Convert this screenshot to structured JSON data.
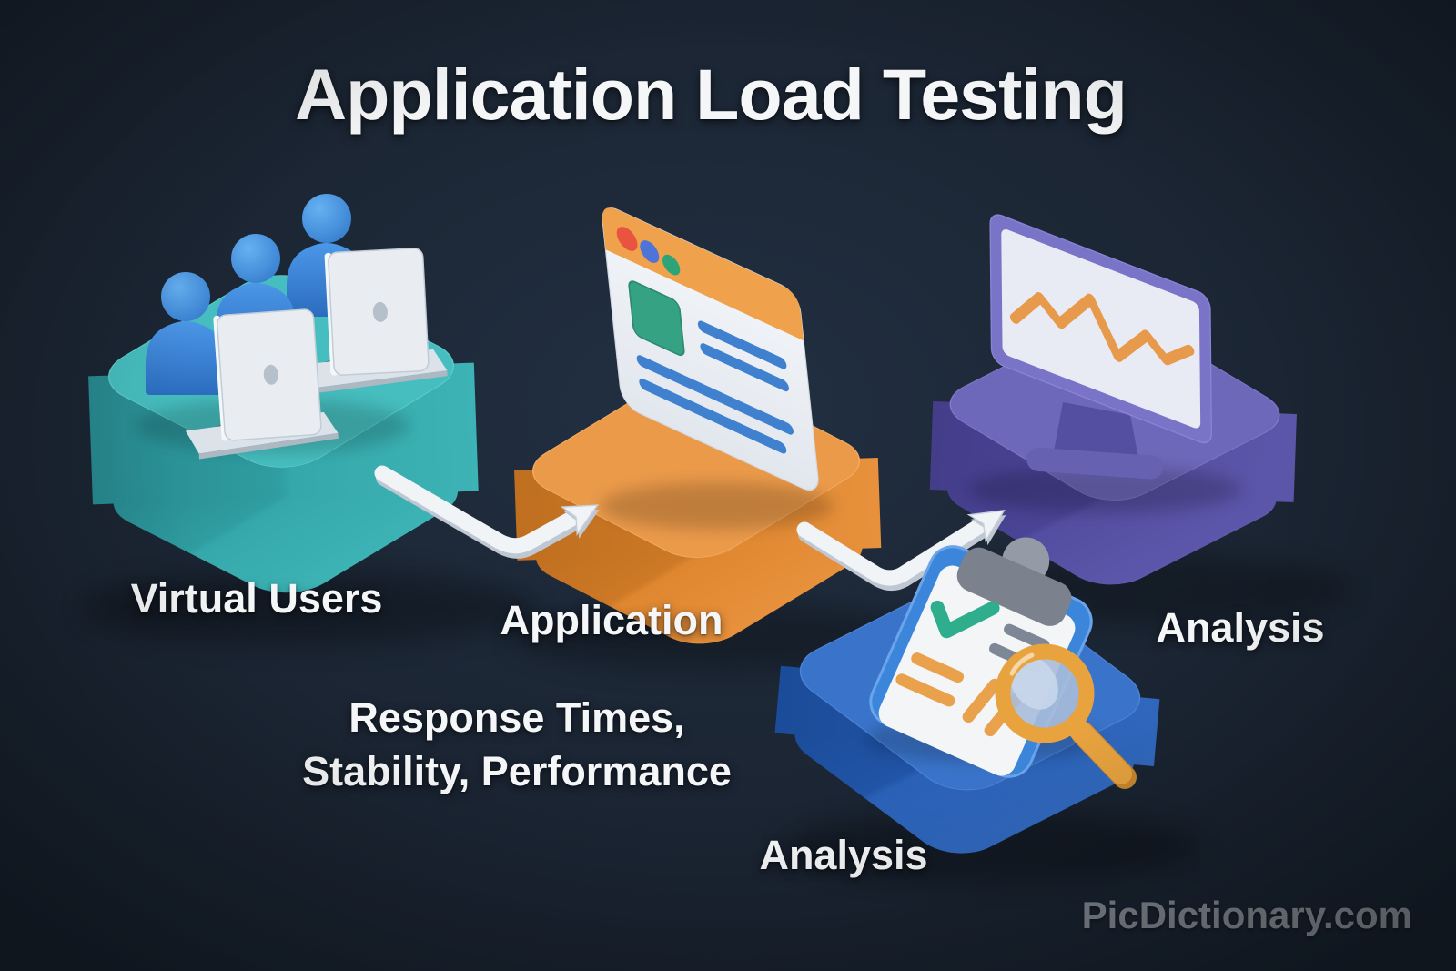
{
  "title": "Application Load Testing",
  "steps": {
    "virtual_users": {
      "label": "Virtual Users"
    },
    "application": {
      "label": "Application"
    },
    "analysis_monitor": {
      "label": "Analysis"
    },
    "analysis_report": {
      "label": "Analysis"
    }
  },
  "annotation": {
    "line1": "Response Times,",
    "line2": "Stability, Performance"
  },
  "watermark": "PicDictionary.com",
  "palette": {
    "background": "#1b2533",
    "teal_platform_top": "#46bdbe",
    "teal_platform_side": "#2f9da1",
    "orange_platform_top": "#eb9a4a",
    "orange_platform_side": "#d07b27",
    "purple_platform_top": "#6d68ba",
    "purple_platform_side": "#4c4697",
    "blue_platform_top": "#3a74ca",
    "blue_platform_side": "#2156ab",
    "person_blue": "#2f7fd6",
    "laptop_gray": "#e9edf2",
    "browser_bar_orange": "#f0a14c",
    "browser_dot_red": "#e85440",
    "browser_dot_blue": "#4f74d8",
    "browser_dot_green": "#2ea378",
    "content_green": "#36a284",
    "content_blue": "#3f80cf",
    "chart_line_orange": "#e79a4b",
    "check_green": "#2fae8e",
    "magnifier_orange": "#e8a33f",
    "arrow_white": "#f1f4f7",
    "text_white": "#f4f6f8",
    "watermark_gray": "#8d929b"
  }
}
